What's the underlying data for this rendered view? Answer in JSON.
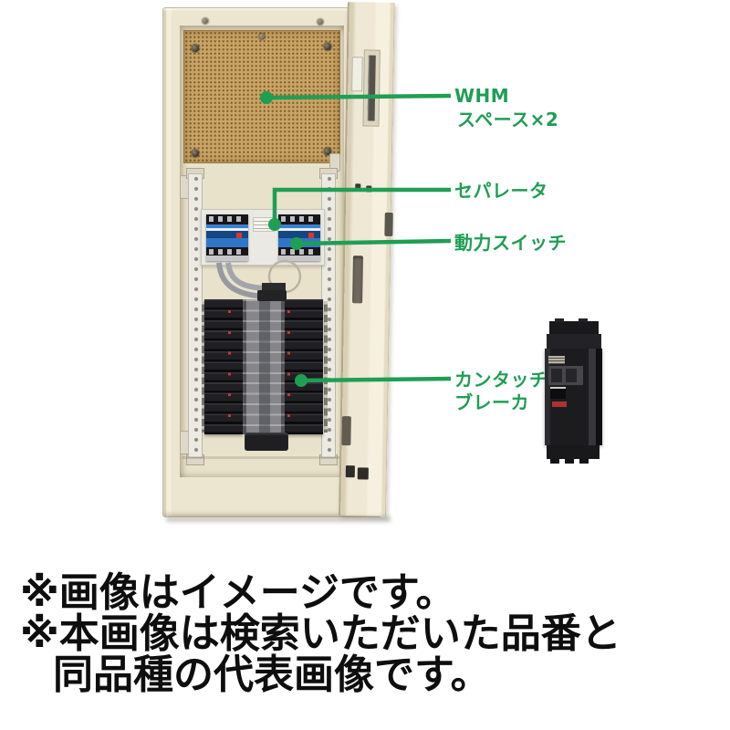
{
  "colors": {
    "annotation_green": "#1f9e54",
    "cabinet_cream": "#ece5d0",
    "board_tan": "#c9a466",
    "switch_blue": "#2f76c8",
    "breaker_black": "#232326",
    "background": "#ffffff"
  },
  "callouts": {
    "whm": {
      "label_line1": "WHM",
      "label_line2": "スペース×2"
    },
    "separator": {
      "label": "セパレータ"
    },
    "power_switch": {
      "label": "動力スイッチ"
    },
    "kantouch_breaker": {
      "label_line1": "カンタッチ",
      "label_line2": "ブレーカ"
    }
  },
  "disclaimer": {
    "line1": "※画像はイメージです。",
    "line2": "※本画像は検索いただいた品番と",
    "line3": "同品種の代表画像です。"
  }
}
